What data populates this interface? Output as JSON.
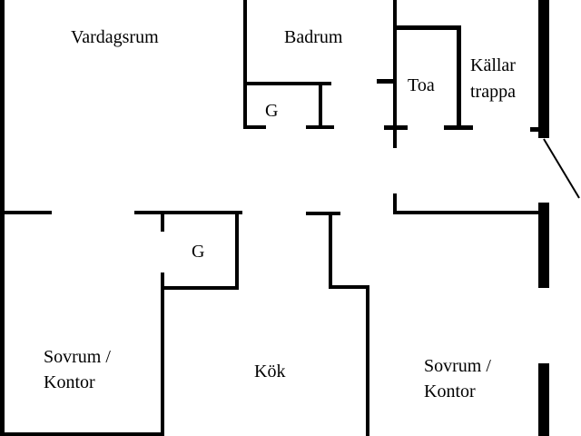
{
  "rooms": {
    "vardagsrum": {
      "label": "Vardagsrum"
    },
    "badrum": {
      "label": "Badrum"
    },
    "closet_upper": {
      "label": "G"
    },
    "toa": {
      "label": "Toa"
    },
    "kallartrappa": {
      "line1": "Källar",
      "line2": "trappa"
    },
    "closet_lower": {
      "label": "G"
    },
    "sovrum_kontor_left": {
      "line1": "Sovrum /",
      "line2": "Kontor"
    },
    "kok": {
      "label": "Kök"
    },
    "sovrum_kontor_right": {
      "line1": "Sovrum /",
      "line2": "Kontor"
    }
  },
  "colors": {
    "wall": "#000000",
    "background": "#ffffff"
  }
}
